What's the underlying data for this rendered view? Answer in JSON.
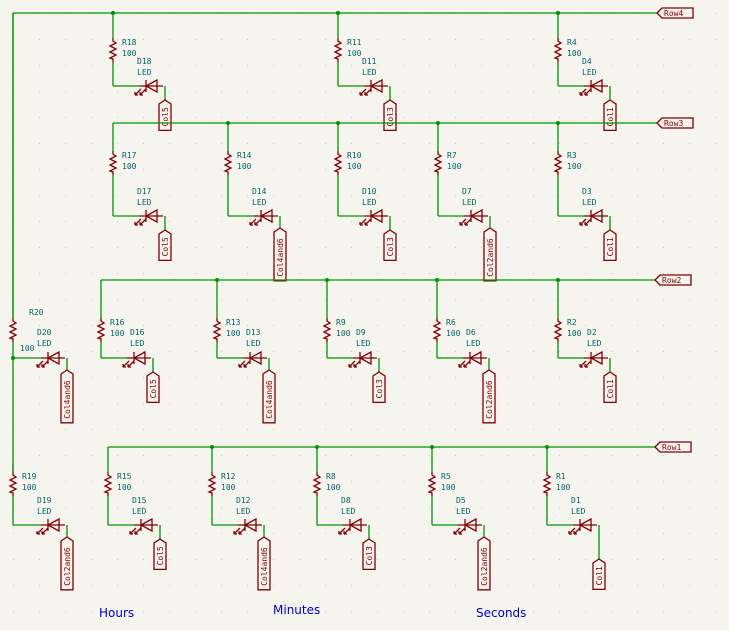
{
  "rows": [
    {
      "name": "Row4",
      "cells": [
        {
          "r": "R18",
          "rv": "100",
          "d": "D18",
          "dv": "LED",
          "col": "Col5"
        },
        {
          "r": "R11",
          "rv": "100",
          "d": "D11",
          "dv": "LED",
          "col": "Col3"
        },
        {
          "r": "R4",
          "rv": "100",
          "d": "D4",
          "dv": "LED",
          "col": "Col1"
        }
      ]
    },
    {
      "name": "Row3",
      "cells": [
        {
          "r": "R17",
          "rv": "100",
          "d": "D17",
          "dv": "LED",
          "col": "Col5"
        },
        {
          "r": "R14",
          "rv": "100",
          "d": "D14",
          "dv": "LED",
          "col": "Col4and6"
        },
        {
          "r": "R10",
          "rv": "100",
          "d": "D10",
          "dv": "LED",
          "col": "Col3"
        },
        {
          "r": "R7",
          "rv": "100",
          "d": "D7",
          "dv": "LED",
          "col": "Col2and6"
        },
        {
          "r": "R3",
          "rv": "100",
          "d": "D3",
          "dv": "LED",
          "col": "Col1"
        }
      ]
    },
    {
      "name": "Row2",
      "cells": [
        {
          "r": "R20",
          "rv": "100",
          "d": "D20",
          "dv": "LED",
          "col": "Col4and6"
        },
        {
          "r": "R16",
          "rv": "100",
          "d": "D16",
          "dv": "LED",
          "col": "Col5"
        },
        {
          "r": "R13",
          "rv": "100",
          "d": "D13",
          "dv": "LED",
          "col": "Col4and6"
        },
        {
          "r": "R9",
          "rv": "100",
          "d": "D9",
          "dv": "LED",
          "col": "Col3"
        },
        {
          "r": "R6",
          "rv": "100",
          "d": "D6",
          "dv": "LED",
          "col": "Col2and6"
        },
        {
          "r": "R2",
          "rv": "100",
          "d": "D2",
          "dv": "LED",
          "col": "Col1"
        }
      ]
    },
    {
      "name": "Row1",
      "cells": [
        {
          "r": "R19",
          "rv": "100",
          "d": "D19",
          "dv": "LED",
          "col": "Col2and6"
        },
        {
          "r": "R15",
          "rv": "100",
          "d": "D15",
          "dv": "LED",
          "col": "Col5"
        },
        {
          "r": "R12",
          "rv": "100",
          "d": "D12",
          "dv": "LED",
          "col": "Col4and6"
        },
        {
          "r": "R8",
          "rv": "100",
          "d": "D8",
          "dv": "LED",
          "col": "Col3"
        },
        {
          "r": "R5",
          "rv": "100",
          "d": "D5",
          "dv": "LED",
          "col": "Col2and6"
        },
        {
          "r": "R1",
          "rv": "100",
          "d": "D1",
          "dv": "LED",
          "col": "Col1"
        }
      ]
    }
  ],
  "notes": {
    "hours": "Hours",
    "minutes": "Minutes",
    "seconds": "Seconds"
  },
  "colors": {
    "wire": "#009400",
    "component": "#840000",
    "reference": "#006464",
    "note": "#0000c8"
  }
}
